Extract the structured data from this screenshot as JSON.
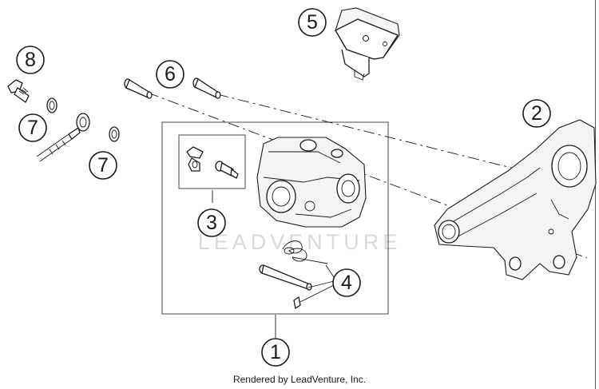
{
  "watermark": "LEADVENTURE",
  "footer": {
    "credit": "Rendered by LeadVenture, Inc."
  },
  "callouts": [
    {
      "label": "1"
    },
    {
      "label": "2"
    },
    {
      "label": "3"
    },
    {
      "label": "4"
    },
    {
      "label": "5"
    },
    {
      "label": "6"
    },
    {
      "label": "7"
    },
    {
      "label": "7"
    },
    {
      "label": "8"
    }
  ]
}
